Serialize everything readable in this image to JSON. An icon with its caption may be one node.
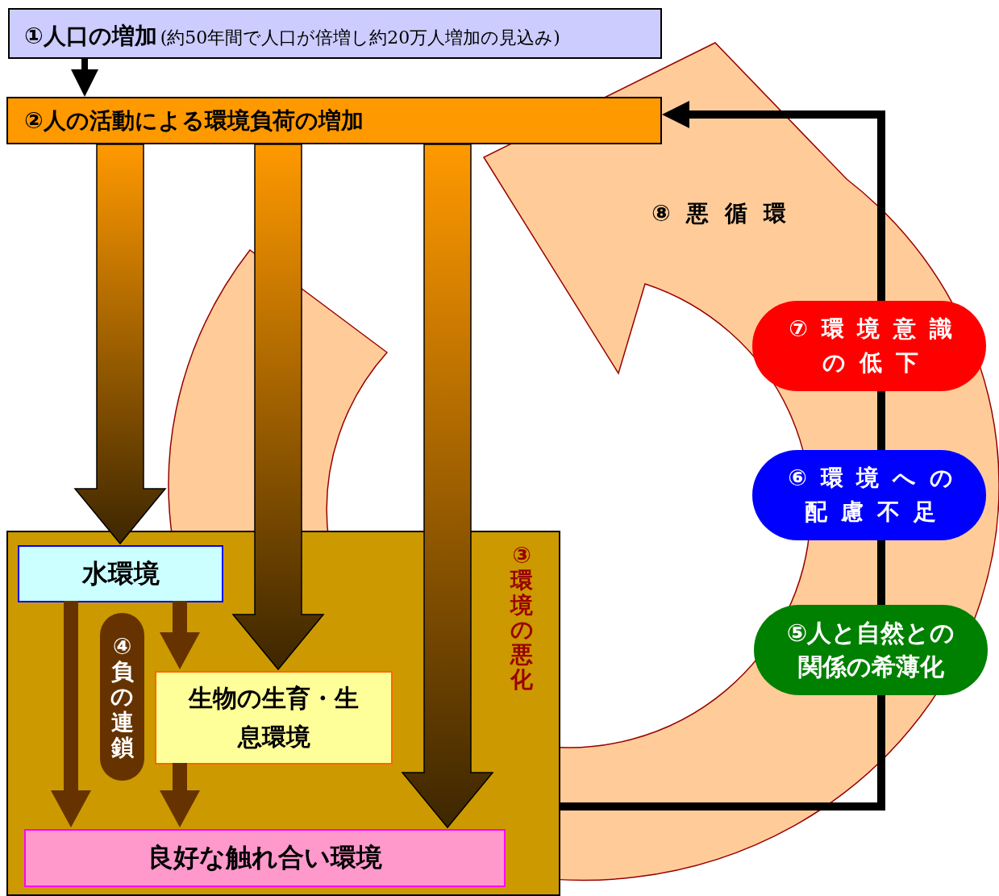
{
  "diagram": {
    "nodes": [
      {
        "text": [
          "①人口の増加",
          "(約50年間で人口が倍増し約20万人増加の見込み)"
        ]
      },
      {
        "text": [
          "②人の活動による環境負荷の増加"
        ]
      },
      {
        "text": [
          "③環境の悪化"
        ]
      },
      {
        "text": [
          "水環境"
        ],
        "in": 2
      },
      {
        "text": [
          "生物の生育・生息環境"
        ],
        "in": 2
      },
      {
        "text": [
          "良好な触れ合い環境"
        ],
        "in": 2
      },
      {
        "text": [
          "④負の連鎖"
        ],
        "in": 2
      },
      {
        "text": [
          "⑦環境意識の低下"
        ]
      },
      {
        "text": [
          "⑥環境への配慮不足"
        ]
      },
      {
        "text": [
          "⑤人と自然との関係の希薄化"
        ]
      }
    ],
    "edges": [
      {
        "from": 0,
        "to": 1,
        "arrow": "to"
      },
      {
        "from": 1,
        "to": 3,
        "arrow": "to",
        "style": "thick",
        "color": "#ff9900"
      },
      {
        "from": 1,
        "to": 4,
        "arrow": "to",
        "style": "thick",
        "color": "#ff9900"
      },
      {
        "from": 1,
        "to": 5,
        "arrow": "to",
        "style": "thick",
        "color": "#ff9900"
      },
      {
        "from": 3,
        "to": 5,
        "arrow": "to",
        "style": "thick",
        "color": "#663300"
      },
      {
        "from": 3,
        "to": 4,
        "arrow": "to",
        "style": "thick",
        "color": "#663300"
      },
      {
        "from": 4,
        "to": 5,
        "arrow": "to",
        "style": "thick",
        "color": "#663300"
      },
      {
        "from": 2,
        "to": 9,
        "arrow": "none"
      },
      {
        "from": 9,
        "to": 8,
        "arrow": "none"
      },
      {
        "from": 8,
        "to": 7,
        "arrow": "none"
      },
      {
        "from": 7,
        "to": 1,
        "arrow": "to"
      }
    ],
    "labels": [
      "⑧悪循環"
    ]
  }
}
